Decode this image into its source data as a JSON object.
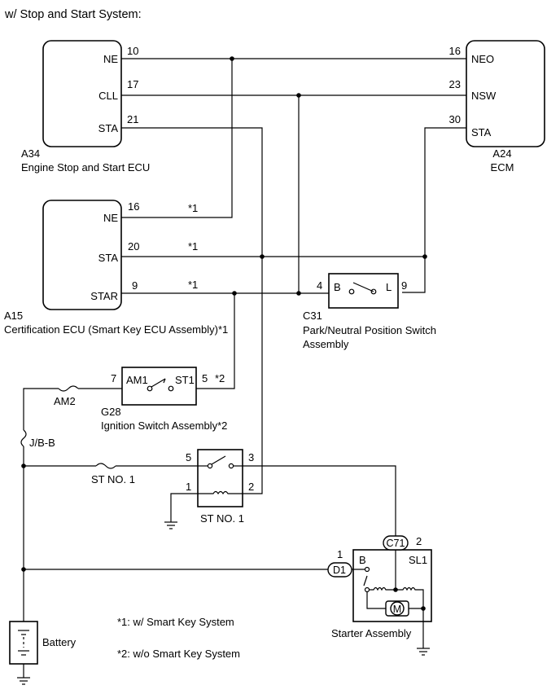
{
  "title": "w/ Stop and Start System:",
  "components": {
    "a34": {
      "code": "A34",
      "name": "Engine Stop and Start ECU",
      "pins": [
        "NE",
        "CLL",
        "STA"
      ],
      "pin_numbers": [
        "10",
        "17",
        "21"
      ]
    },
    "a24": {
      "code": "A24",
      "name": "ECM",
      "pins": [
        "NEO",
        "NSW",
        "STA"
      ],
      "pin_numbers": [
        "16",
        "23",
        "30"
      ]
    },
    "a15": {
      "code": "A15",
      "name": "Certification ECU (Smart Key ECU Assembly)*1",
      "pins": [
        "NE",
        "STA",
        "STAR"
      ],
      "pin_numbers": [
        "16",
        "20",
        "9"
      ],
      "wire_notes": [
        "*1",
        "*1",
        "*1"
      ]
    },
    "c31": {
      "code": "C31",
      "name_line1": "Park/Neutral Position Switch",
      "name_line2": "Assembly",
      "pin_b": "B",
      "pin_l": "L",
      "pin_b_num": "4",
      "pin_l_num": "9"
    },
    "g28": {
      "code": "G28",
      "name": "Ignition Switch Assembly*2",
      "pin_am1": "AM1",
      "pin_st1": "ST1",
      "pin_am1_num": "7",
      "pin_st1_num": "5",
      "wire_note": "*2"
    },
    "am2_fuse": "AM2",
    "jb_fuse": "J/B-B",
    "st_fuse": "ST NO. 1",
    "st_relay": {
      "name": "ST NO. 1",
      "pins": [
        "5",
        "3",
        "1",
        "2"
      ]
    },
    "starter": {
      "name": "Starter Assembly",
      "connector_c71": "C71",
      "connector_d1": "D1",
      "pin_d1_num": "1",
      "pin_c71_num": "2",
      "label_b": "B",
      "label_sl1": "SL1",
      "motor": "M"
    },
    "battery": "Battery"
  },
  "notes": [
    "*1: w/ Smart Key System",
    "*2: w/o Smart Key System"
  ]
}
